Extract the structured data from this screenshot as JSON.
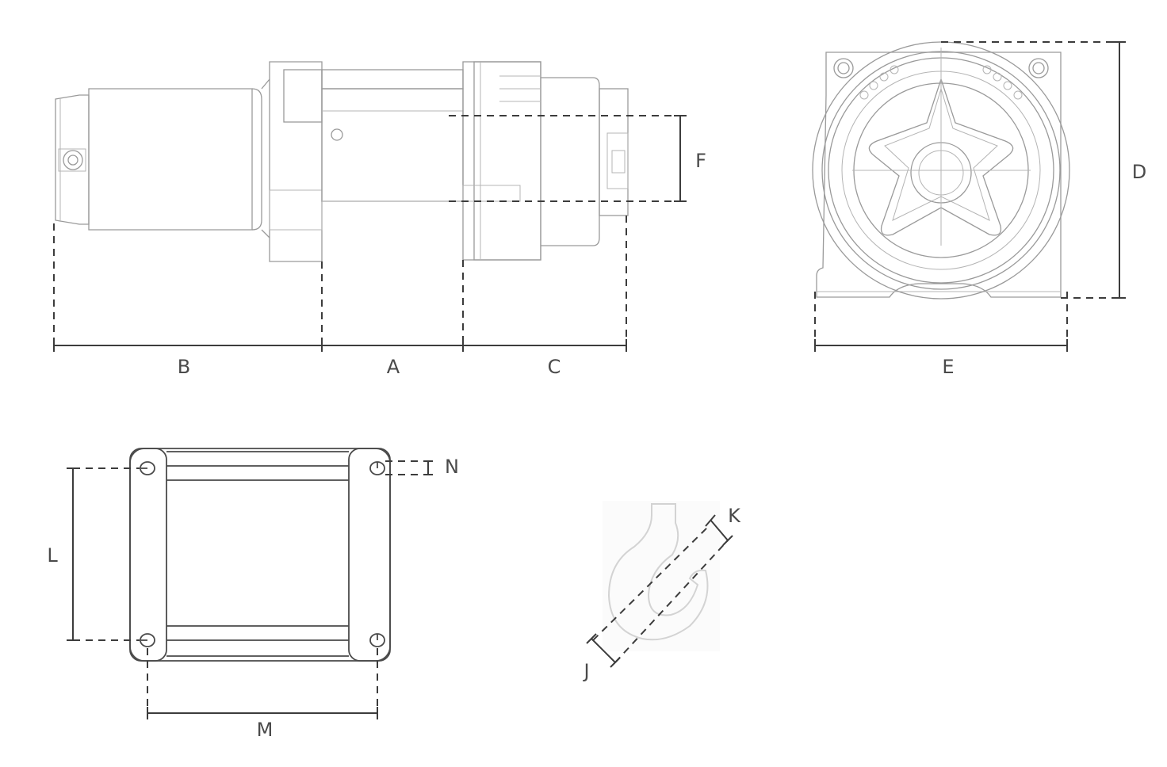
{
  "labels": {
    "A": "A",
    "B": "B",
    "C": "C",
    "D": "D",
    "E": "E",
    "F": "F",
    "J": "J",
    "K": "K",
    "L": "L",
    "M": "M",
    "N": "N"
  }
}
